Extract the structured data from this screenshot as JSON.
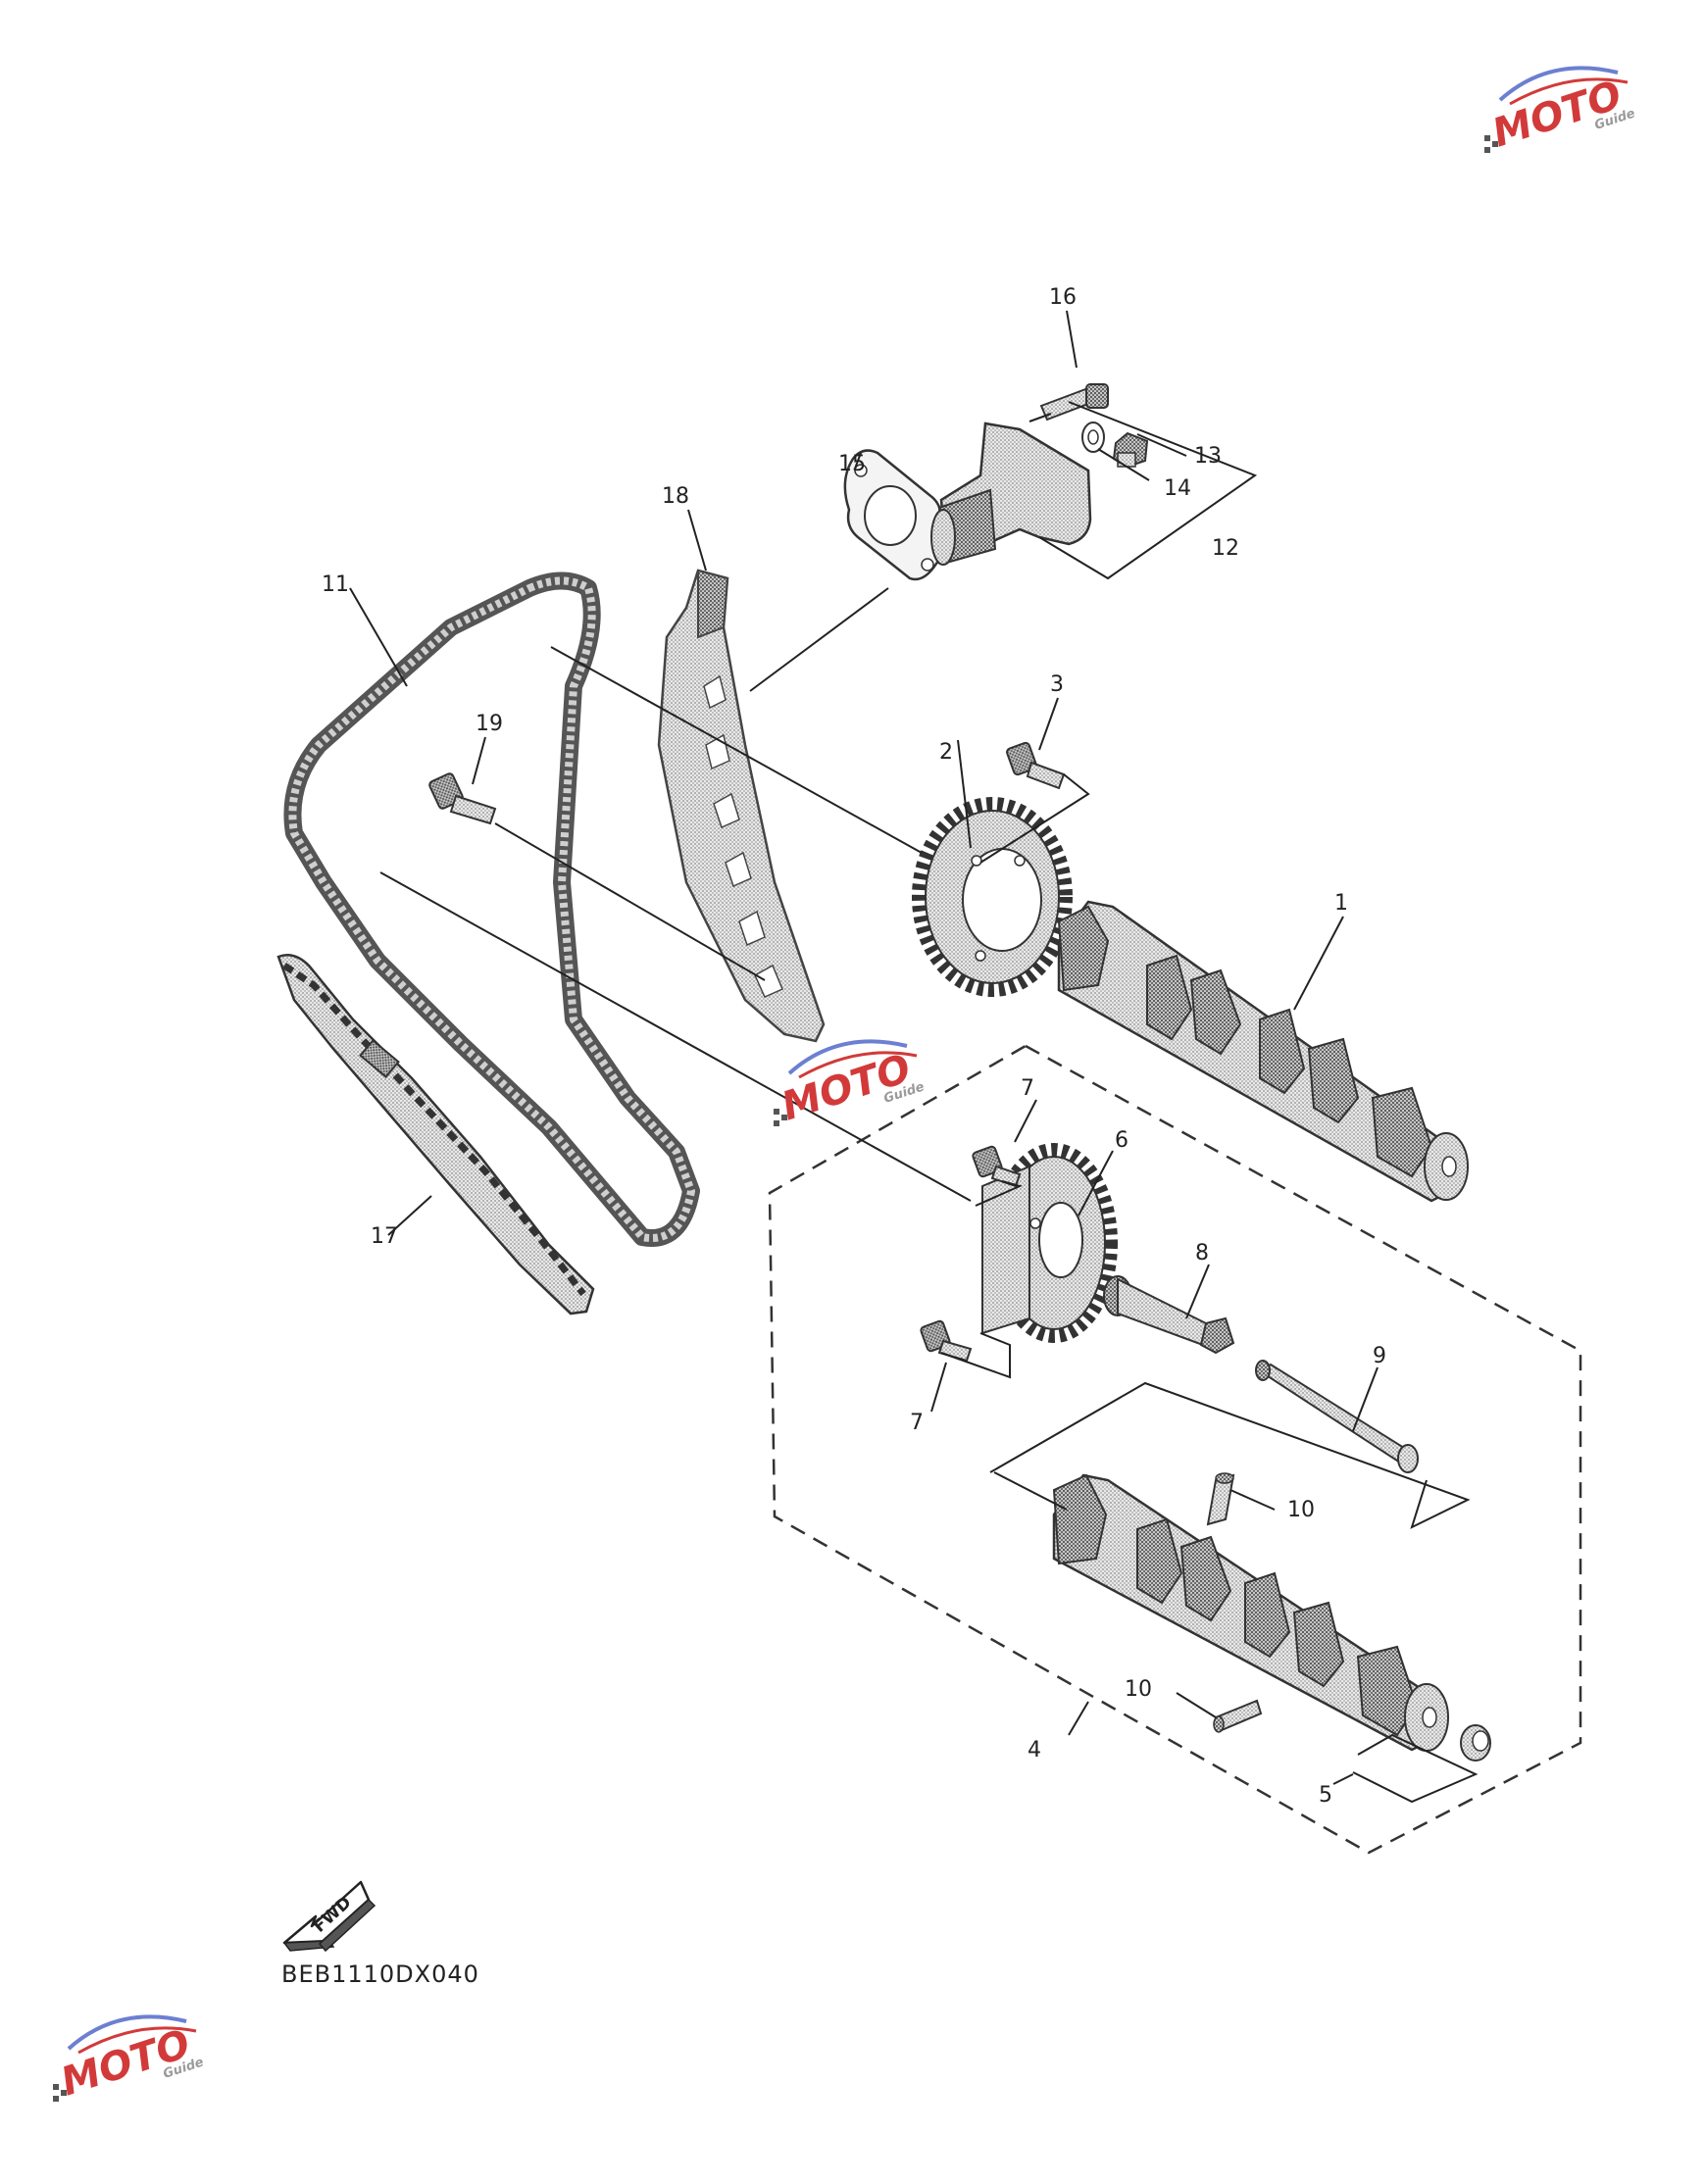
{
  "diagram": {
    "code": "BEB1110DX040",
    "fwd_label": "FWD",
    "callouts": [
      {
        "id": "1",
        "label": "1"
      },
      {
        "id": "2",
        "label": "2"
      },
      {
        "id": "3",
        "label": "3"
      },
      {
        "id": "4",
        "label": "4"
      },
      {
        "id": "5",
        "label": "5"
      },
      {
        "id": "6",
        "label": "6"
      },
      {
        "id": "7a",
        "label": "7"
      },
      {
        "id": "7b",
        "label": "7"
      },
      {
        "id": "8",
        "label": "8"
      },
      {
        "id": "9",
        "label": "9"
      },
      {
        "id": "10a",
        "label": "10"
      },
      {
        "id": "10b",
        "label": "10"
      },
      {
        "id": "11",
        "label": "11"
      },
      {
        "id": "12",
        "label": "12"
      },
      {
        "id": "13",
        "label": "13"
      },
      {
        "id": "14",
        "label": "14"
      },
      {
        "id": "15",
        "label": "15"
      },
      {
        "id": "16",
        "label": "16"
      },
      {
        "id": "17",
        "label": "17"
      },
      {
        "id": "18",
        "label": "18"
      },
      {
        "id": "19",
        "label": "19"
      }
    ]
  },
  "watermark": {
    "brand": "MOTO",
    "sub": "Guide",
    "colors": {
      "red": "#d23a3a",
      "blue": "#6c7fd1",
      "gray": "#9a9a9a"
    }
  }
}
